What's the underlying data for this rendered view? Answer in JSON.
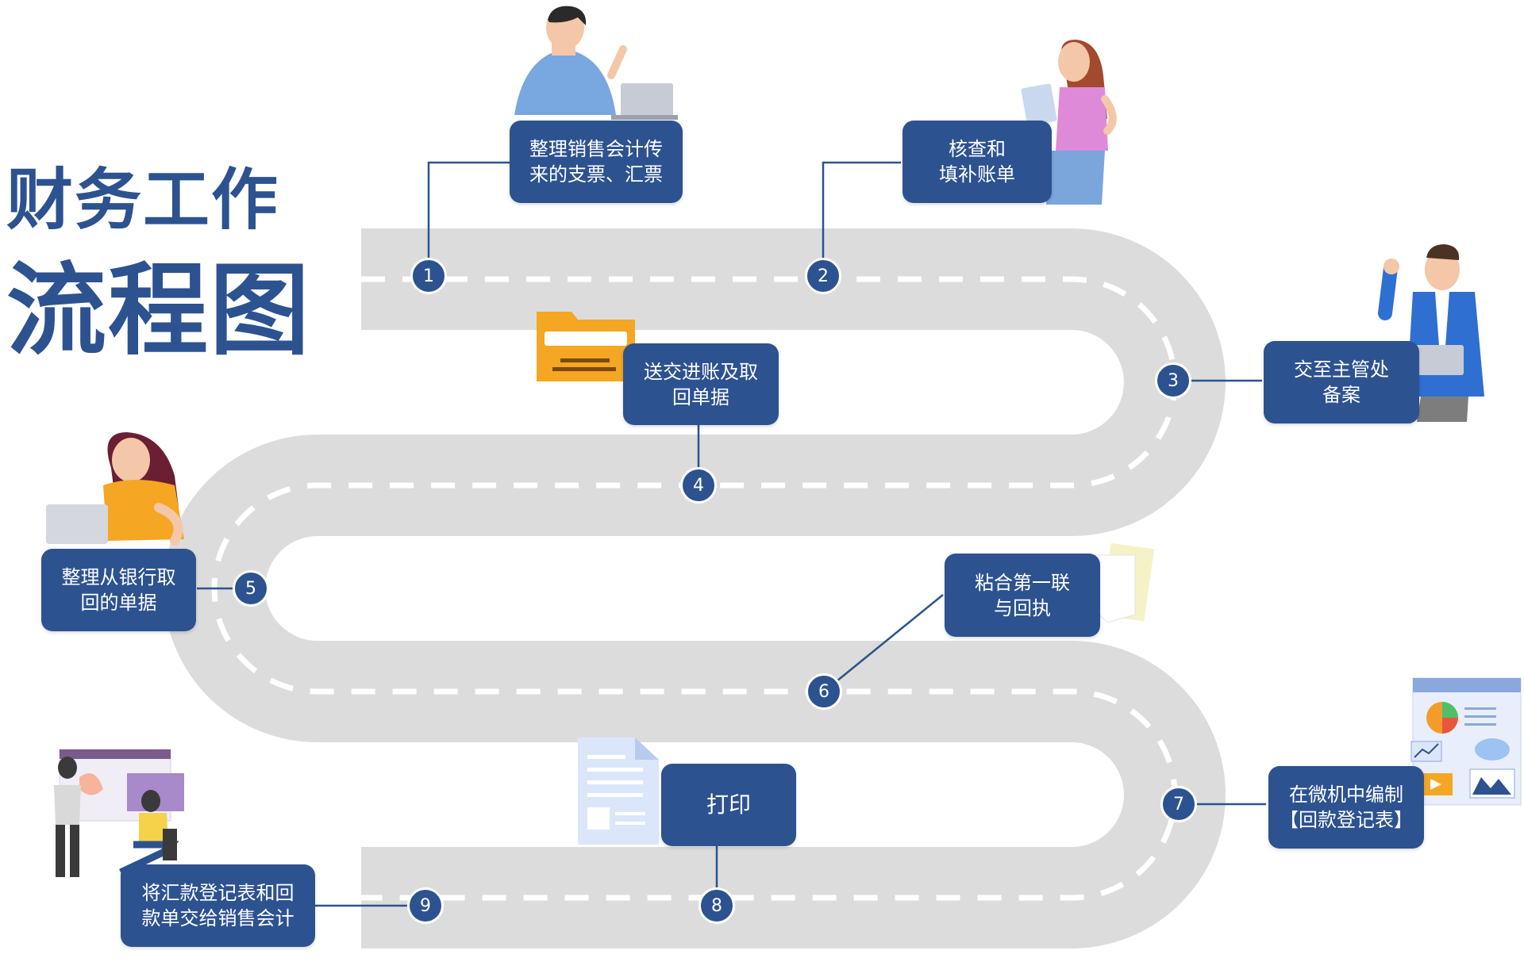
{
  "title": {
    "line1": "财务工作",
    "line2": "流程图"
  },
  "steps": [
    {
      "number": "1",
      "label": "整理销售会计传\n来的支票、汇票"
    },
    {
      "number": "2",
      "label": "核查和\n填补账单"
    },
    {
      "number": "3",
      "label": "交至主管处\n备案"
    },
    {
      "number": "4",
      "label": "送交进账及取\n回单据"
    },
    {
      "number": "5",
      "label": "整理从银行取\n回的单据"
    },
    {
      "number": "6",
      "label": "粘合第一联\n与回执"
    },
    {
      "number": "7",
      "label": "在微机中编制\n【回款登记表】"
    },
    {
      "number": "8",
      "label": "打印"
    },
    {
      "number": "9",
      "label": "将汇款登记表和回\n款单交给销售会计"
    }
  ],
  "colors": {
    "primary": "#2d5290",
    "road": "#dcdcdc",
    "lane": "#ffffff"
  },
  "icons": [
    "person-laptop-icon",
    "woman-tablet-icon",
    "businessman-laptop-icon",
    "folder-icon",
    "woman-laptop-icon",
    "sticky-note-icon",
    "dashboard-icon",
    "document-icon",
    "team-presentation-icon"
  ]
}
